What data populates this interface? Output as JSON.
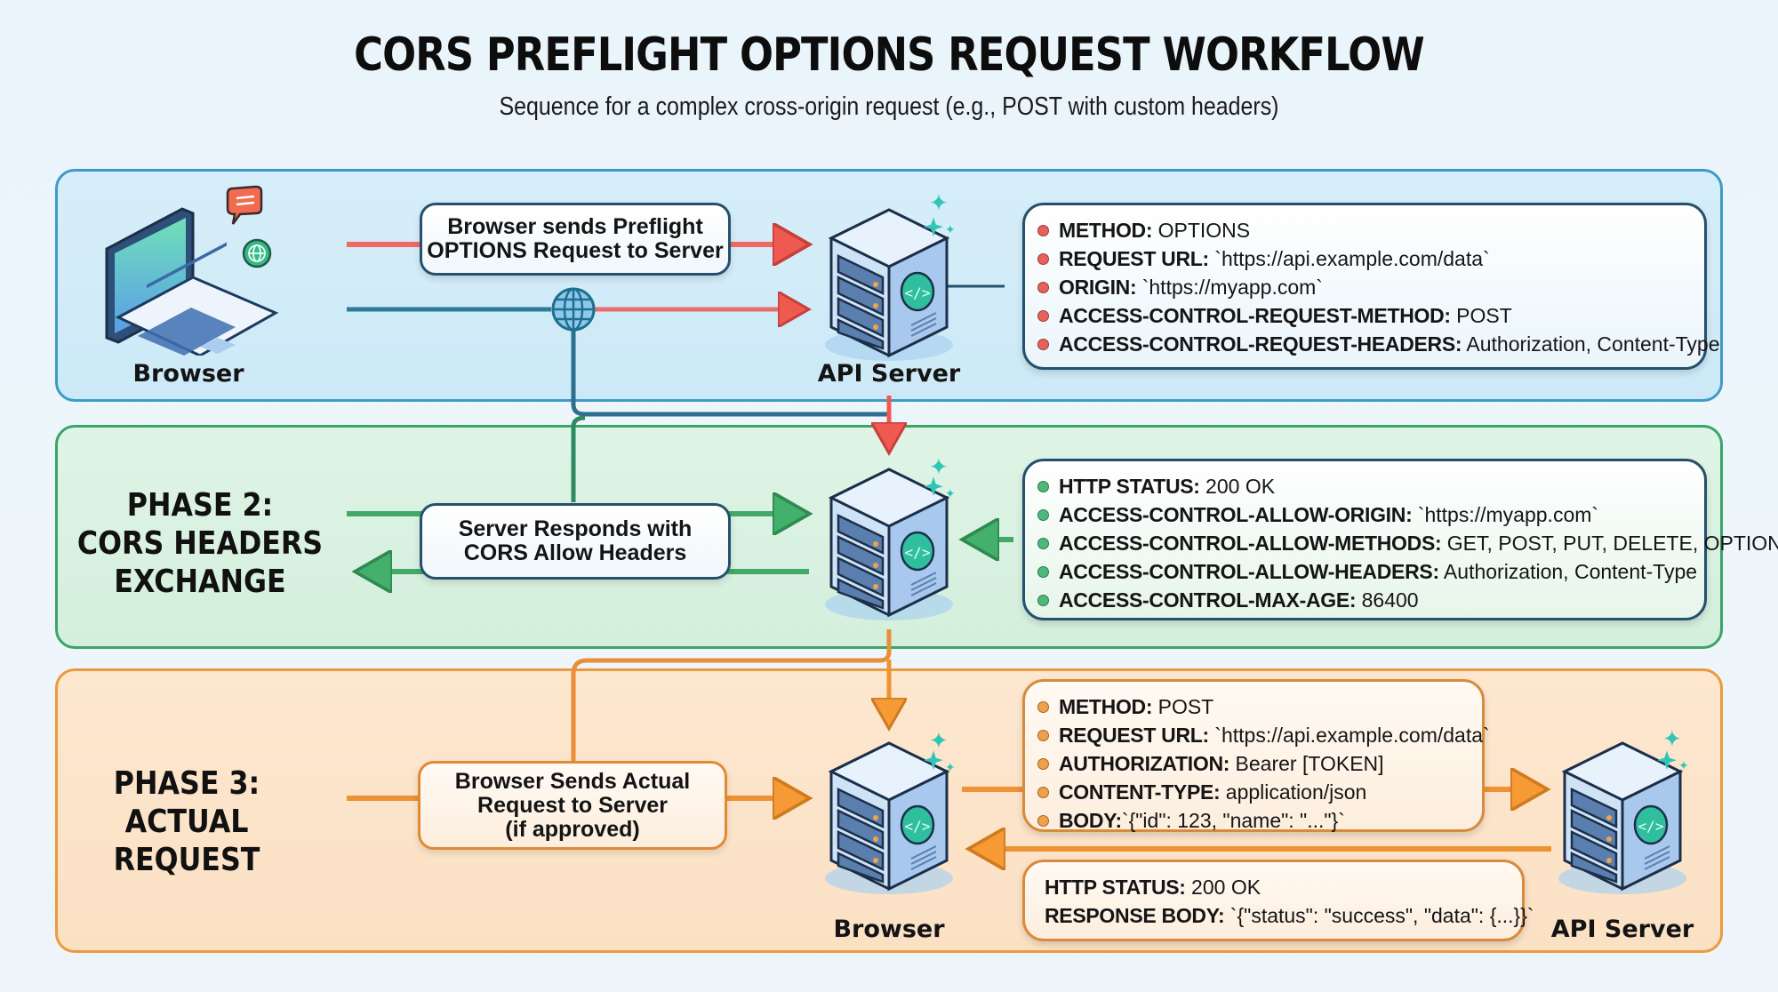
{
  "header": {
    "title": "CORS PREFLIGHT OPTIONS REQUEST WORKFLOW",
    "subtitle": "Sequence for a complex cross-origin request (e.g., POST with custom headers)"
  },
  "colors": {
    "phase1_accent": "#3d9bc5",
    "phase2_accent": "#3aa565",
    "phase3_accent": "#ec9a3d",
    "request_arrow": "#e8524a",
    "response_arrow": "#3aa565",
    "actual_arrow": "#ee9233",
    "dot_red": "#e8605a",
    "dot_green": "#4cb97a",
    "dot_orange": "#f0a048"
  },
  "phase1": {
    "client_label": "Browser",
    "server_label": "API Server",
    "step_lines": [
      "Browser sends Preflight",
      "OPTIONS Request to Server"
    ],
    "details": [
      {
        "key": "METHOD:",
        "value": " OPTIONS"
      },
      {
        "key": "REQUEST URL:",
        "value": " `https://api.example.com/data`"
      },
      {
        "key": "ORIGIN:",
        "value": " `https://myapp.com`"
      },
      {
        "key": "ACCESS-CONTROL-REQUEST-METHOD:",
        "value": " POST"
      },
      {
        "key": "ACCESS-CONTROL-REQUEST-HEADERS:",
        "value": " Authorization, Content-Type"
      }
    ]
  },
  "phase2": {
    "label_lines": [
      "PHASE 2:",
      "CORS HEADERS",
      "EXCHANGE"
    ],
    "step_lines": [
      "Server Responds with",
      "CORS Allow Headers"
    ],
    "details": [
      {
        "key": "HTTP STATUS:",
        "value": " 200 OK"
      },
      {
        "key": "ACCESS-CONTROL-ALLOW-ORIGIN:",
        "value": " `https://myapp.com`"
      },
      {
        "key": "ACCESS-CONTROL-ALLOW-METHODS:",
        "value": " GET, POST, PUT, DELETE, OPTIONS"
      },
      {
        "key": "ACCESS-CONTROL-ALLOW-HEADERS:",
        "value": " Authorization, Content-Type"
      },
      {
        "key": "ACCESS-CONTROL-MAX-AGE:",
        "value": " 86400"
      }
    ]
  },
  "phase3": {
    "label_lines": [
      "PHASE 3:",
      "ACTUAL",
      "REQUEST"
    ],
    "step_lines": [
      "Browser Sends Actual",
      "Request to Server",
      "(if approved)"
    ],
    "client_label": "Browser",
    "server_label": "API Server",
    "request_details": [
      {
        "key": "METHOD:",
        "value": " POST"
      },
      {
        "key": "REQUEST URL:",
        "value": " `https://api.example.com/data`"
      },
      {
        "key": "AUTHORIZATION:",
        "value": " Bearer [TOKEN]"
      },
      {
        "key": "CONTENT-TYPE:",
        "value": " application/json"
      },
      {
        "key": "BODY:",
        "value": "`{\"id\": 123, \"name\": \"...\"}`"
      }
    ],
    "response_details": [
      {
        "key": "HTTP STATUS:",
        "value": " 200 OK"
      },
      {
        "key": "RESPONSE BODY:",
        "value": " `{\"status\": \"success\", \"data\": {...}}`"
      }
    ]
  }
}
